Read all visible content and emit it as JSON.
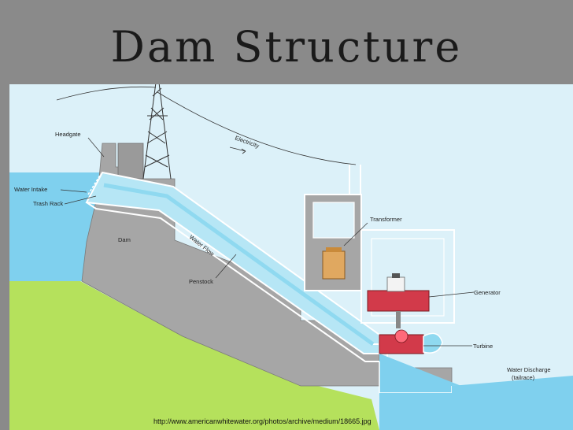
{
  "slide": {
    "title": "Dam Structure",
    "source_url": "http://www.americanwhitewater.org/photos/archive/medium/18665.jpg"
  },
  "diagram": {
    "labels": {
      "headgate": "Headgate",
      "electricity": "Electricity",
      "water_intake": "Water Intake",
      "trash_rack": "Trash Rack",
      "dam": "Dam",
      "water_flow": "Water Flow",
      "penstock": "Penstock",
      "transformer": "Transformer",
      "generator": "Generator",
      "turbine": "Turbine",
      "water_discharge": "Water Discharge",
      "tailrace": "(tailrace)"
    },
    "colors": {
      "sky": "#dcf1f9",
      "water": "#7fd0ee",
      "penstock_water": "#b6e6f5",
      "dam": "#a6a6a6",
      "ground": "#b5e15c",
      "generator": "#d23a4a",
      "transformer": "#e0a860"
    }
  }
}
